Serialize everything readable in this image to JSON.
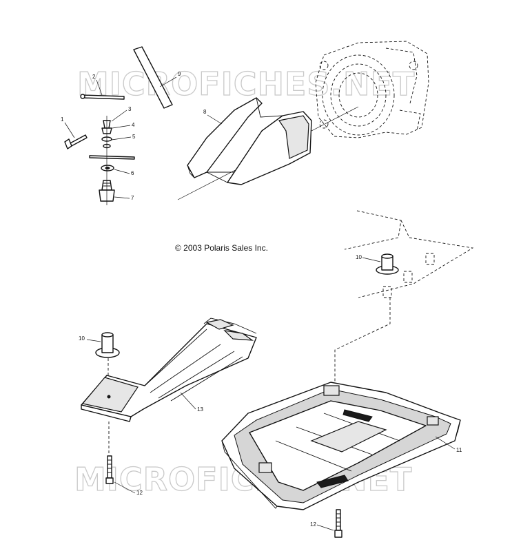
{
  "copyright": "© 2003 Polaris Sales Inc.",
  "watermark": "MICROFICHES.NET",
  "callouts": {
    "c1": "1",
    "c2": "2",
    "c3": "3",
    "c4": "4",
    "c5": "5",
    "c6": "6",
    "c7": "7",
    "c8": "8",
    "c9": "9",
    "c10a": "10",
    "c10b": "10",
    "c11": "11",
    "c12a": "12",
    "c12b": "12",
    "c13": "13"
  }
}
